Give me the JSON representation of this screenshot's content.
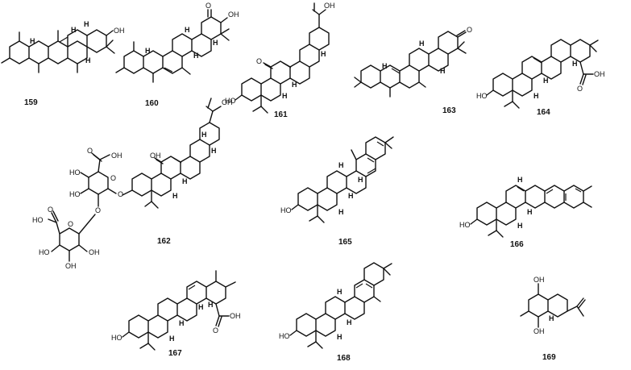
{
  "compounds": [
    {
      "id": "159",
      "labels": [
        "OH"
      ],
      "stereo_h_count": 4
    },
    {
      "id": "160",
      "labels": [
        "O",
        "OH"
      ],
      "stereo_h_count": 4
    },
    {
      "id": "161",
      "labels": [
        "OH",
        "O",
        "HO"
      ],
      "stereo_h_count": 3
    },
    {
      "id": "163",
      "labels": [
        "O"
      ],
      "stereo_h_count": 3
    },
    {
      "id": "164",
      "labels": [
        "OH",
        "O",
        "HO"
      ],
      "stereo_h_count": 3
    },
    {
      "id": "162",
      "labels": [
        "OH",
        "O",
        "O",
        "OH",
        "HO",
        "HO",
        "O",
        "O",
        "OH",
        "HO",
        "HO",
        "O",
        "O",
        "OH",
        "OH"
      ],
      "stereo_h_count": 4
    },
    {
      "id": "165",
      "labels": [
        "HO"
      ],
      "stereo_h_count": 4
    },
    {
      "id": "166",
      "labels": [
        "HO"
      ],
      "stereo_h_count": 3
    },
    {
      "id": "167",
      "labels": [
        "OH",
        "O",
        "HO"
      ],
      "stereo_h_count": 4
    },
    {
      "id": "168",
      "labels": [
        "HO"
      ],
      "stereo_h_count": 3
    },
    {
      "id": "169",
      "labels": [
        "OH",
        "OH"
      ],
      "stereo_h_count": 1
    }
  ],
  "atom_h": "H"
}
